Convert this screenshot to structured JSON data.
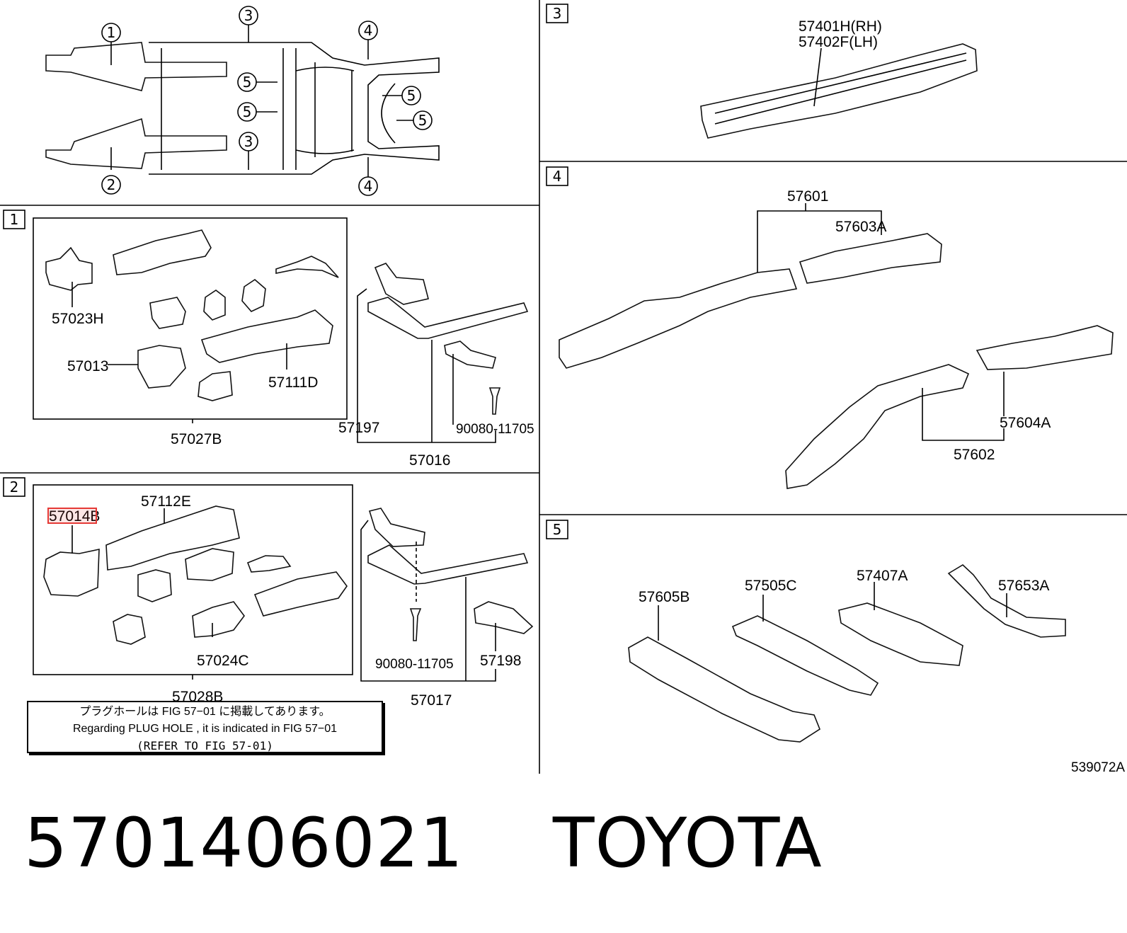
{
  "labels": {
    "p3_rh": "57401H(RH)",
    "p3_lh": "57402F(LH)",
    "p1_57023H": "57023H",
    "p1_57013": "57013",
    "p1_57111D": "57111D",
    "p1_57027B": "57027B",
    "p1_57197": "57197",
    "p1_57016": "57016",
    "p1_bolt": "90080-11705",
    "p2_57014B": "57014B",
    "p2_57112E": "57112E",
    "p2_57024C": "57024C",
    "p2_57028B": "57028B",
    "p2_bolt": "90080-11705",
    "p2_57198": "57198",
    "p2_57017": "57017",
    "p4_57601": "57601",
    "p4_57603A": "57603A",
    "p4_57604A": "57604A",
    "p4_57602": "57602",
    "p5_57605B": "57605B",
    "p5_57505C": "57505C",
    "p5_57407A": "57407A",
    "p5_57653A": "57653A",
    "diagram_id": "539072A"
  },
  "circles": {
    "c1": "①",
    "c2": "②",
    "c3": "③",
    "c4": "④",
    "c5": "⑤"
  },
  "note": {
    "line_jp": "プラグホールは FIG 57−01 に掲載してあります。",
    "line_en": "Regarding  PLUG  HOLE , it is indicated in  FIG  57−01",
    "line_ref": "(REFER TO FIG 57-01)"
  },
  "footer": {
    "part_number": "5701406021",
    "brand": "TOYOTA"
  },
  "colors": {
    "highlight": "#e53935"
  }
}
